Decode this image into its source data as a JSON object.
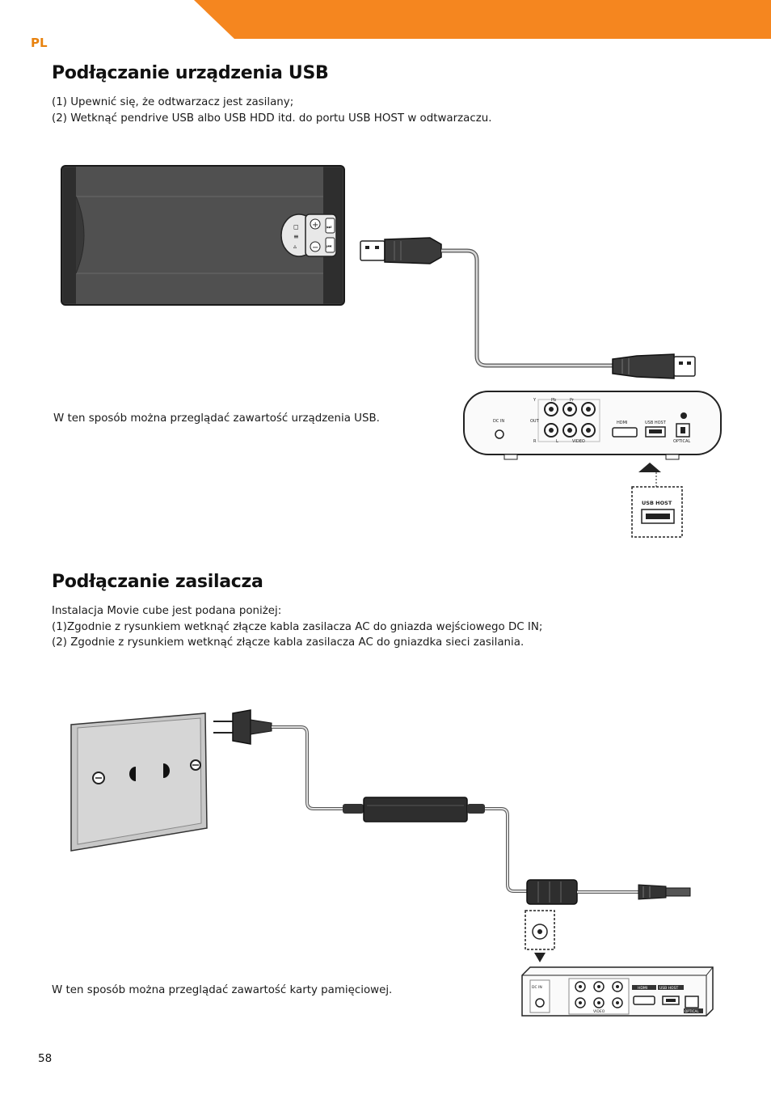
{
  "header": {
    "lang_code": "PL",
    "accent_color": "#f5861f"
  },
  "usb_section": {
    "title": "Podłączanie urządzenia USB",
    "steps": [
      "(1) Upewnić się, że odtwarzacz jest zasilany;",
      "(2) Wetknąć pendrive USB albo USB HDD itd. do portu USB HOST w odtwarzaczu."
    ],
    "caption": "W ten sposób można przeglądać zawartość urządzenia USB.",
    "figure": {
      "hdd_buttons": [
        "◻",
        "≡",
        "▵",
        "+",
        "−",
        "⏭",
        "⏮"
      ],
      "player_port_labels": {
        "dc_in": "DC IN",
        "out": "OUT",
        "y": "Y",
        "pb": "Pb",
        "pr": "Pr",
        "r": "R",
        "l": "L",
        "video": "VIDEO",
        "hdmi": "HDMI",
        "usb_host": "USB HOST",
        "optical": "OPTICAL"
      },
      "zoom_label": "USB HOST"
    }
  },
  "power_section": {
    "title": "Podłączanie zasilacza",
    "intro": "Instalacja Movie cube jest podana poniżej:",
    "steps": [
      "(1)Zgodnie z rysunkiem wetknąć złącze kabla zasilacza AC do gniazda wejściowego DC IN;",
      "(2) Zgodnie z rysunkiem wetknąć złącze kabla zasilacza AC do gniazdka sieci zasilania."
    ],
    "caption": "W ten sposób można przeglądać zawartość karty pamięciowej.",
    "figure": {
      "player_port_labels": {
        "dc_in": "DC IN",
        "hdmi": "HDMI",
        "usb_host": "USB HOST",
        "video": "VIDEO",
        "optical": "OPTICAL"
      }
    }
  },
  "footer": {
    "page_number": "58"
  }
}
